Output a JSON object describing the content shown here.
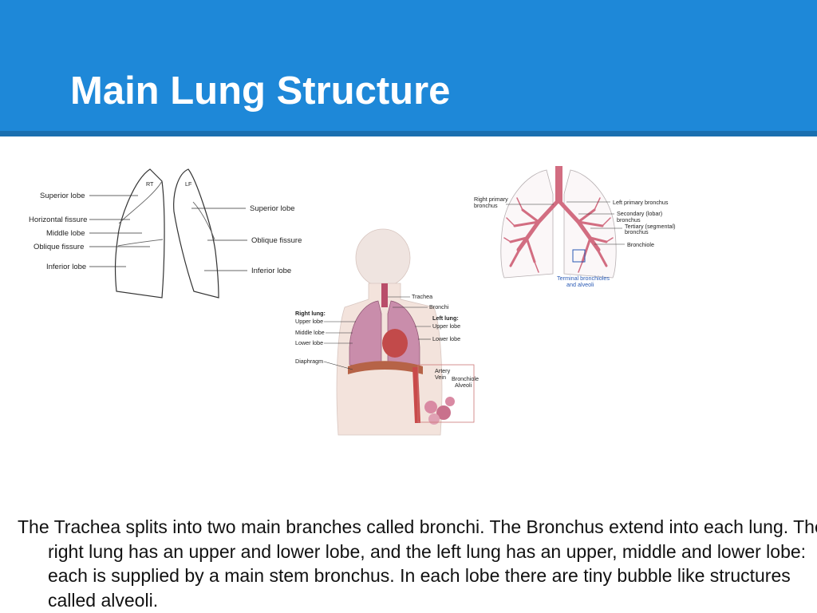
{
  "slide": {
    "title": "Main Lung Structure",
    "header_color": "#1e88d8",
    "caption": "The Trachea splits into two main branches called bronchi. The Bronchus extend into each lung. The right lung has an upper and lower lobe, and the left lung has an upper, middle and lower lobe: each is supplied by a main stem bronchus. In each lobe there are tiny bubble like structures called alveoli."
  },
  "lobe_diagram": {
    "rt": "RT",
    "lf": "LF",
    "left_labels": [
      "Superior lobe",
      "Horizontal fissure",
      "Middle lobe",
      "Oblique fissure",
      "Inferior lobe"
    ],
    "right_labels": [
      "Superior lobe",
      "Oblique fissure",
      "Inferior lobe"
    ]
  },
  "body_diagram": {
    "right_lung_heading": "Right lung:",
    "left_lung_heading": "Left lung:",
    "trachea": "Trachea",
    "bronchi": "Bronchi",
    "right_upper": "Upper lobe",
    "middle_lobe": "Middle lobe",
    "right_lower": "Lower lobe",
    "left_upper": "Upper lobe",
    "left_lower": "Lower lobe",
    "diaphragm": "Diaphragm",
    "inset_labels": [
      "Artery",
      "Vein",
      "Bronchiole",
      "Alveoli"
    ]
  },
  "bronchi_diagram": {
    "right_primary": [
      "Right primary",
      "bronchus"
    ],
    "left_primary": "Left primary bronchus",
    "secondary": [
      "Secondary (lobar)",
      "bronchus"
    ],
    "tertiary": [
      "Tertiary (segmental)",
      "bronchus"
    ],
    "bronchiole": "Bronchiole",
    "terminal": [
      "Terminal bronchioles",
      "and alveoli"
    ]
  }
}
